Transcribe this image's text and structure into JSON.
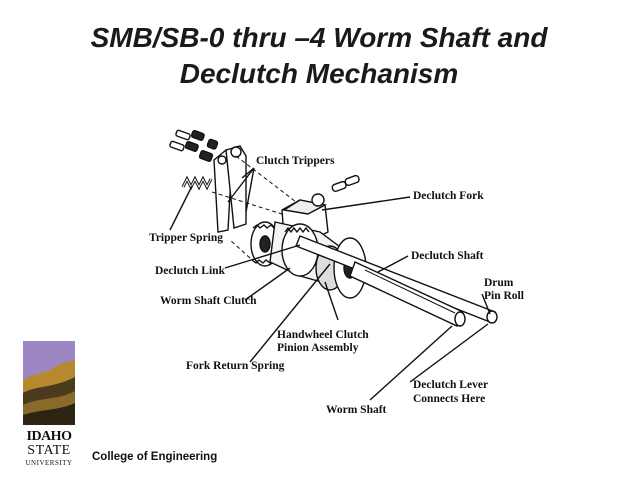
{
  "title": {
    "line1": "SMB/SB-0 thru –4 Worm Shaft and",
    "line2": "Declutch Mechanism"
  },
  "labels": {
    "clutch_trippers": "Clutch Trippers",
    "declutch_fork": "Declutch Fork",
    "tripper_spring": "Tripper Spring",
    "declutch_shaft": "Declutch Shaft",
    "declutch_link": "Declutch Link",
    "drum": "Drum",
    "pin_roll": "Pin Roll",
    "worm_shaft_clutch": "Worm Shaft Clutch",
    "handwheel_clutch_1": "Handwheel Clutch",
    "handwheel_clutch_2": "Pinion Assembly",
    "fork_return_spring": "Fork Return Spring",
    "declutch_lever_1": "Declutch Lever",
    "declutch_lever_2": "Connects Here",
    "worm_shaft": "Worm Shaft"
  },
  "logo": {
    "line1": "IDAHO",
    "line2": "STATE",
    "line3": "UNIVERSITY"
  },
  "footer": "College of Engineering",
  "colors": {
    "logo_sky": "#9c86c4",
    "logo_hills": "#b7892e",
    "logo_dark": "#4a3a1e"
  }
}
